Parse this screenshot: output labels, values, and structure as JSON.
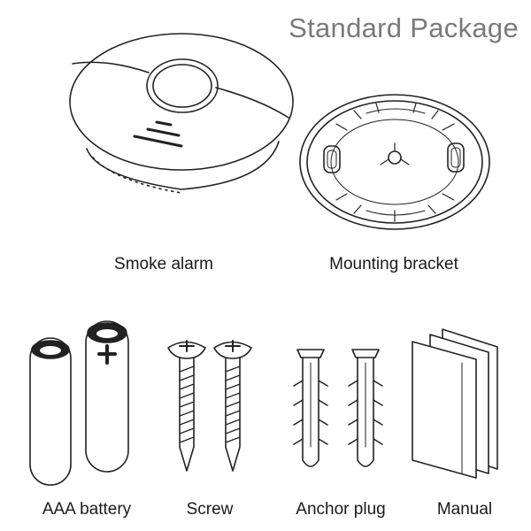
{
  "header": {
    "title": "Standard Package"
  },
  "items": {
    "smoke_alarm": {
      "label": "Smoke alarm",
      "icon": "smoke-alarm-icon"
    },
    "mounting_bracket": {
      "label": "Mounting bracket",
      "icon": "mounting-bracket-icon"
    },
    "battery": {
      "label": "AAA battery",
      "icon": "battery-icon"
    },
    "screw": {
      "label": "Screw",
      "icon": "screw-icon"
    },
    "anchor_plug": {
      "label": "Anchor plug",
      "icon": "anchor-plug-icon"
    },
    "manual": {
      "label": "Manual",
      "icon": "manual-icon"
    }
  },
  "colors": {
    "line": "#222222",
    "title": "#7a7a7a",
    "background": "#ffffff"
  }
}
